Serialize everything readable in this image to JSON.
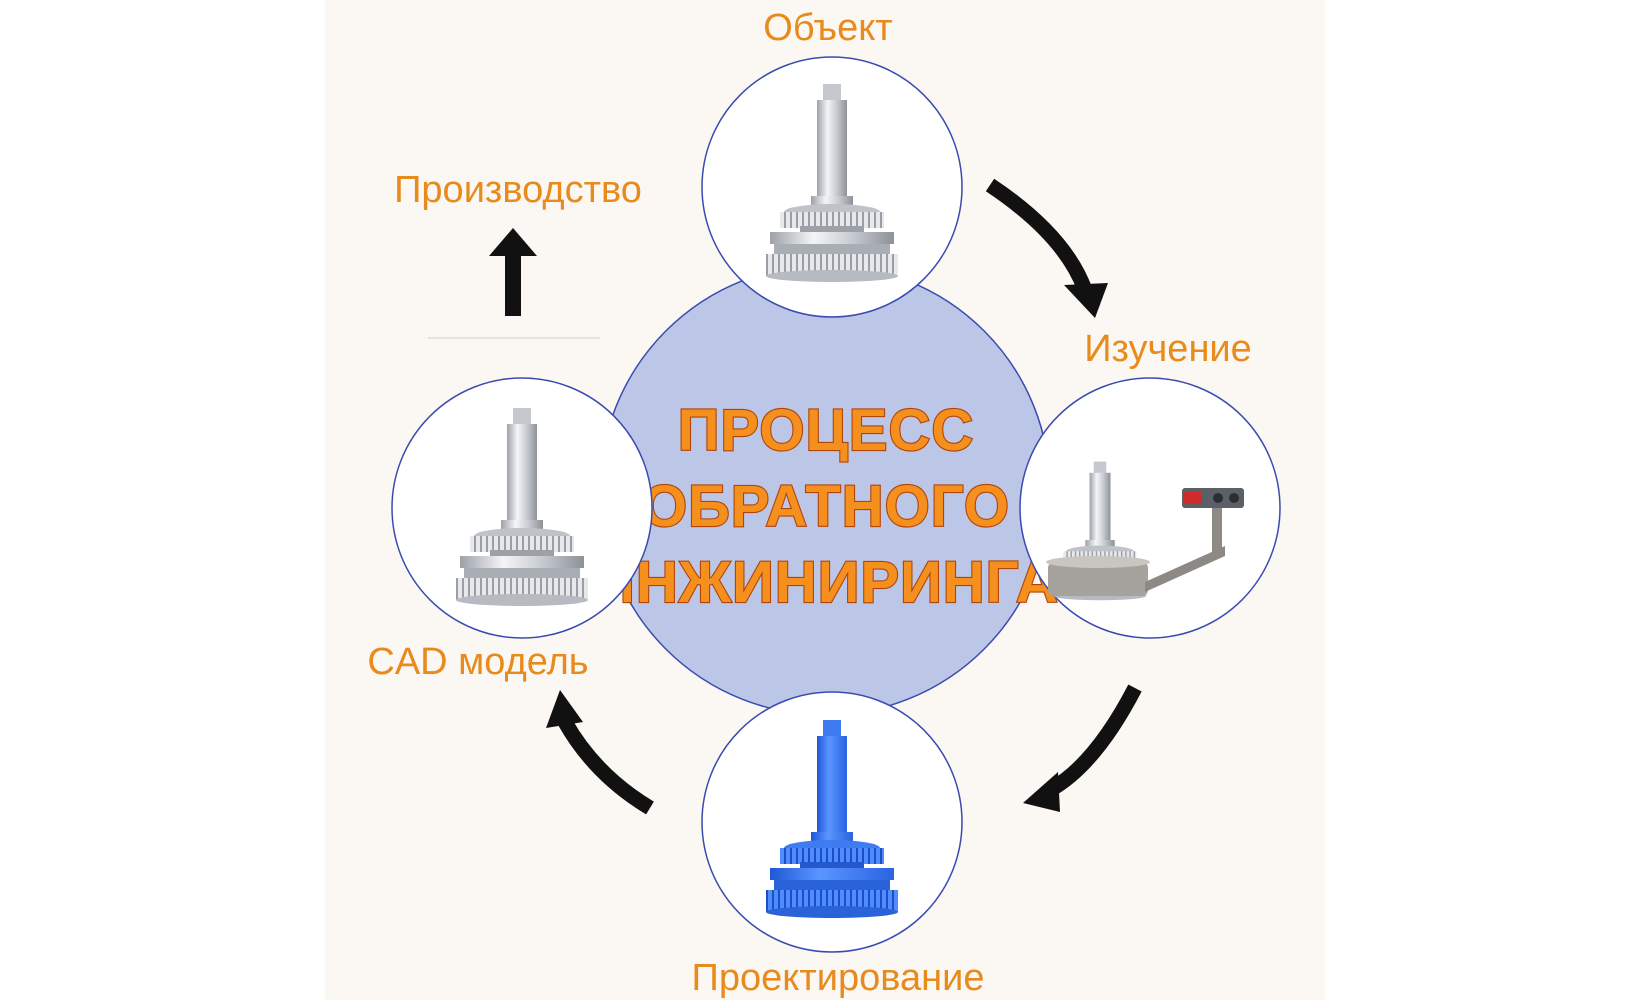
{
  "colors": {
    "label": "#e98a1c",
    "center_fill": "#bcc6e6",
    "center_text": "#f58f1e",
    "center_outline": "#b2440a",
    "circle_stroke": "#3a4bb0",
    "arrow": "#111111",
    "metal": "#d7d9de",
    "blue_part": "#3d7af0",
    "background": "#fbf8f4"
  },
  "center": {
    "line1": "ПРОЦЕСС",
    "line2": "ОБРАТНОГО",
    "line3": "ИНЖИНИРИНГА"
  },
  "nodes": {
    "object": "Объект",
    "study": "Изучение",
    "design": "Проектирование",
    "cad": "CAD модель",
    "production": "Производство"
  },
  "icons": {
    "object": "metal-gear-shaft-icon",
    "study": "3d-scanner-gear-icon",
    "design": "blue-printed-gear-icon",
    "cad": "cad-gear-model-icon",
    "production": "up-arrow-icon"
  }
}
